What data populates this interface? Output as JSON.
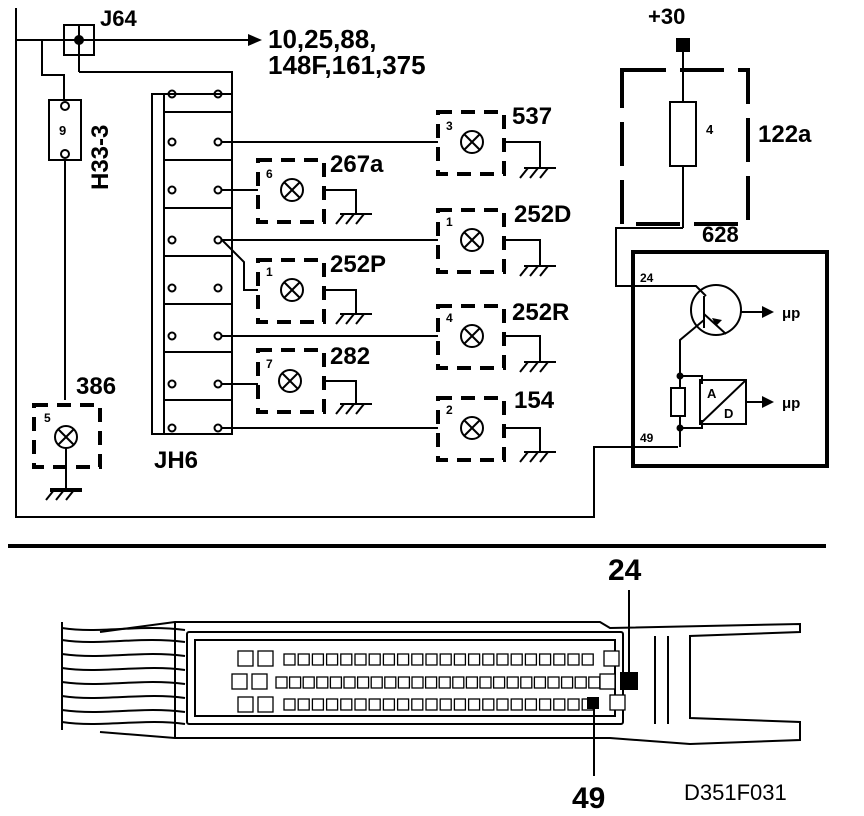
{
  "diagram": {
    "connector_j64": "J64",
    "j64_refs_line1": "10,25,88,",
    "j64_refs_line2": "148F,161,375",
    "fuse_box": "H33-3",
    "fuse_number": "9",
    "junction_block": "JH6",
    "supply_label": "+30",
    "relay_label": "122a",
    "relay_number": "4",
    "module_label": "628",
    "pin_24": "24",
    "pin_49": "49",
    "ad_a": "A",
    "ad_d": "D",
    "up_out_1": "μp",
    "up_out_2": "μp",
    "lamps": [
      {
        "ref": "537",
        "num": "3"
      },
      {
        "ref": "267a",
        "num": "6"
      },
      {
        "ref": "252D",
        "num": "1"
      },
      {
        "ref": "252P",
        "num": "1"
      },
      {
        "ref": "252R",
        "num": "4"
      },
      {
        "ref": "282",
        "num": "7"
      },
      {
        "ref": "154",
        "num": "2"
      },
      {
        "ref": "386",
        "num": "5"
      }
    ],
    "connector_pin_24": "24",
    "connector_pin_49": "49",
    "figure_code": "D351F031"
  }
}
